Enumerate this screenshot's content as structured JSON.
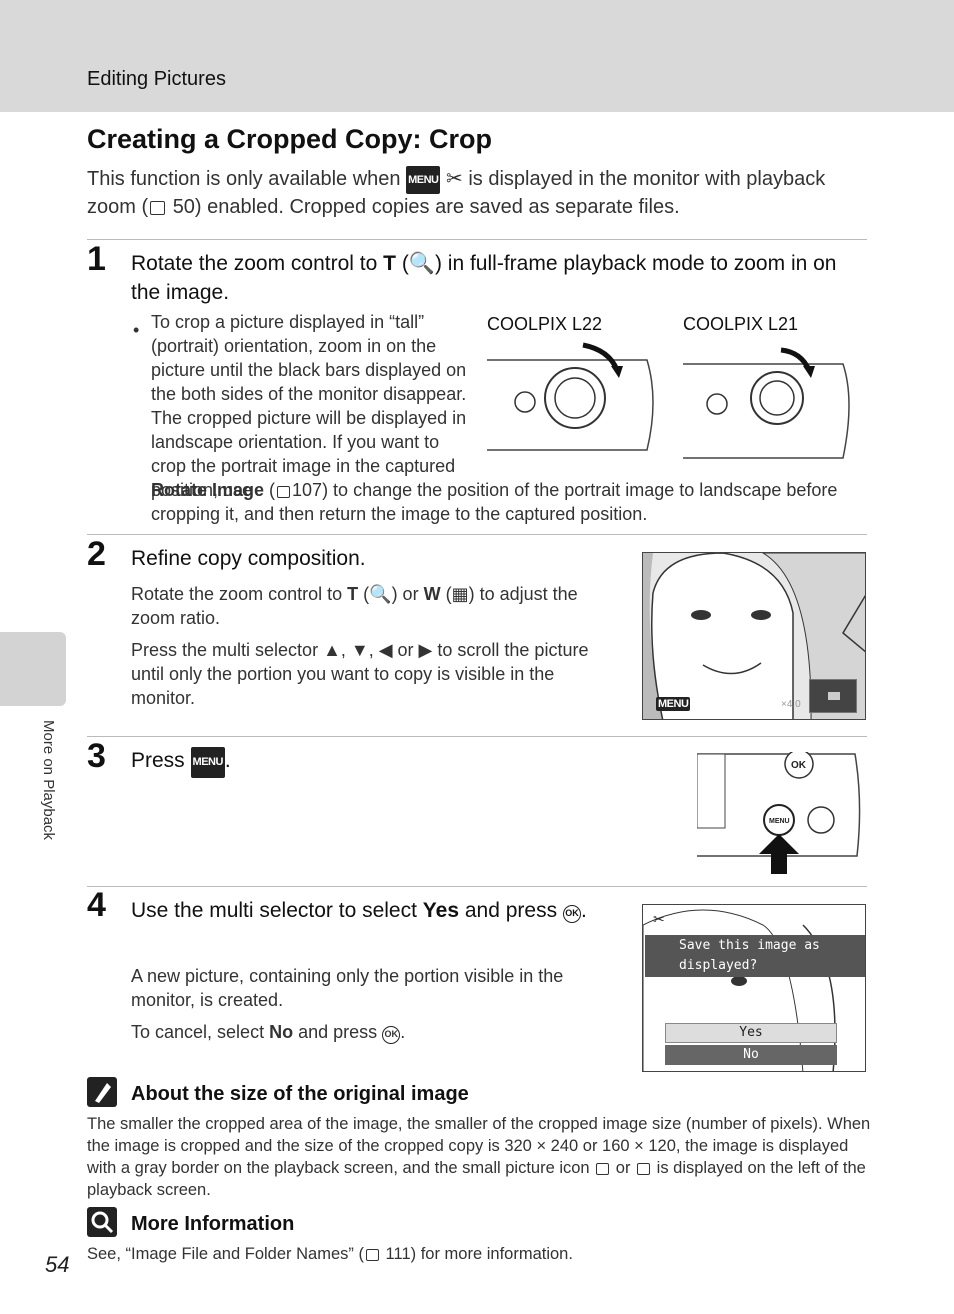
{
  "header": {
    "section": "Editing Pictures"
  },
  "side": {
    "label": "More on Playback"
  },
  "title": "Creating a Cropped Copy: Crop",
  "intro": {
    "p1a": "This function is only available when",
    "p1b": "is displayed in the monitor with playback zoom (",
    "p1c": "50) enabled. Cropped copies are saved as separate files."
  },
  "steps": [
    {
      "num": "1",
      "title_a": "Rotate the zoom control to",
      "title_t": "T",
      "title_b": ") in full-frame playback mode to zoom in on the image.",
      "bullet_a": "To crop a picture displayed in “tall” (portrait) orientation, zoom in on the picture until the black bars displayed on the both sides of the monitor disappear. The cropped picture will be displayed in landscape orientation. If you want to crop the portrait image in the captured position, use",
      "bullet_bold": "Rotate Image",
      "bullet_b": "107) to change the position of the portrait image to landscape before cropping it, and then return the image to the captured position.",
      "cam1": "COOLPIX L22",
      "cam2": "COOLPIX L21"
    },
    {
      "num": "2",
      "title": "Refine copy composition.",
      "p1a": "Rotate the zoom control to",
      "p1t": "T",
      "p1or": ") or",
      "p1w": "W",
      "p1b": ") to adjust the zoom ratio.",
      "p2": "Press the multi selector ▲, ▼, ◀ or ▶ to scroll the picture until only the portion you want to copy is visible in the monitor.",
      "zoom": "×4.0"
    },
    {
      "num": "3",
      "title": "Press",
      "menu": "MENU",
      "ok": "OK"
    },
    {
      "num": "4",
      "title_a": "Use the multi selector to select",
      "title_bold": "Yes",
      "title_b": "and press",
      "p1": "A new picture, containing only the portion visible in the monitor, is created.",
      "p2a": "To cancel, select",
      "p2bold": "No",
      "p2b": "and press",
      "dialog_q": "Save this image as displayed?",
      "yes": "Yes",
      "no": "No"
    }
  ],
  "note1": {
    "title": "About the size of the original image",
    "body_a": "The smaller the cropped area of the image, the smaller of the cropped image size (number of pixels). When the image is cropped and the size of the cropped copy is 320 × 240 or 160 × 120, the image is displayed with a gray border on the playback screen, and the small picture icon",
    "body_or": "or",
    "body_b": "is displayed on the left of the playback screen."
  },
  "note2": {
    "title": "More Information",
    "body_a": "See, “Image File and Folder Names” (",
    "body_b": "111) for more information."
  },
  "page_number": "54"
}
